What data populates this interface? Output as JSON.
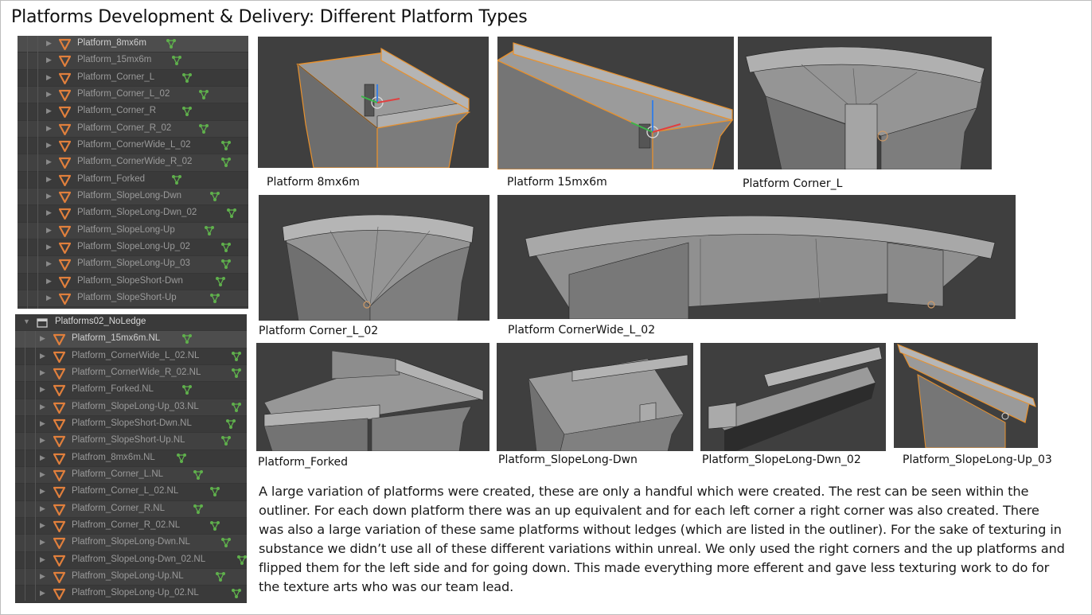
{
  "title": "Platforms Development & Delivery: Different Platform Types",
  "outliner_top": {
    "items": [
      "Platform_8mx6m",
      "Platform_15mx6m",
      "Platform_Corner_L",
      "Platform_Corner_L_02",
      "Platform_Corner_R",
      "Platform_Corner_R_02",
      "Platform_CornerWide_L_02",
      "Platform_CornerWide_R_02",
      "Platform_Forked",
      "Platform_SlopeLong-Dwn",
      "Platform_SlopeLong-Dwn_02",
      "Platform_SlopeLong-Up",
      "Platform_SlopeLong-Up_02",
      "Platform_SlopeLong-Up_03",
      "Platform_SlopeShort-Dwn",
      "Platform_SlopeShort-Up"
    ]
  },
  "outliner_bottom": {
    "collection": "Platforms02_NoLedge",
    "items": [
      "Platform_15mx6m.NL",
      "Platform_CornerWide_L_02.NL",
      "Platform_CornerWide_R_02.NL",
      "Platform_Forked.NL",
      "Platform_SlopeLong-Up_03.NL",
      "Platform_SlopeShort-Dwn.NL",
      "Platform_SlopeShort-Up.NL",
      "Platfrom_8mx6m.NL",
      "Platform_Corner_L.NL",
      "Platform_Corner_L_02.NL",
      "Platform_Corner_R.NL",
      "Platfrom_Corner_R_02.NL",
      "Platfrom_SlopeLong-Dwn.NL",
      "Platfrom_SlopeLong-Dwn_02.NL",
      "Platfrom_SlopeLong-Up.NL",
      "Platfrom_SlopeLong-Up_02.NL"
    ]
  },
  "captions": {
    "p8": "Platform 8mx6m",
    "p15": "Platform 15mx6m",
    "cornerL": "Platform Corner_L",
    "cornerL02": "Platform Corner_L_02",
    "cornerWideL02": "Platform CornerWide_L_02",
    "forked": "Platform_Forked",
    "slopeLongDwn": "Platform_SlopeLong-Dwn",
    "slopeLongDwn02": "Platform_SlopeLong-Dwn_02",
    "slopeLongUp03": "Platform_SlopeLong-Up_03"
  },
  "paragraph": "A large variation of platforms were created, these are only a handful which were created. The rest can be seen within the outliner. For each down platform there was an up equivalent and for each left corner a right corner was also created. There was also a large variation of these same platforms without ledges (which are listed in the outliner). For the sake of texturing in substance we didn’t use all of these different variations within unreal. We only used the right corners and the up platforms and flipped them for the left side and for going down. This made everything more efferent and gave less texturing work to do for the texture arts who was our team lead.",
  "colors": {
    "mesh_icon": "#e07f3c",
    "modifier_icon": "#5fb04c",
    "viewport_bg": "#3f3f3f",
    "mesh_face": "#8c8c8c",
    "selection_outline": "#e8912d"
  },
  "icons": {
    "expand": "triangle-right-icon",
    "collection": "collection-icon",
    "mesh": "mesh-triangle-icon",
    "modifier": "modifier-node-icon"
  }
}
